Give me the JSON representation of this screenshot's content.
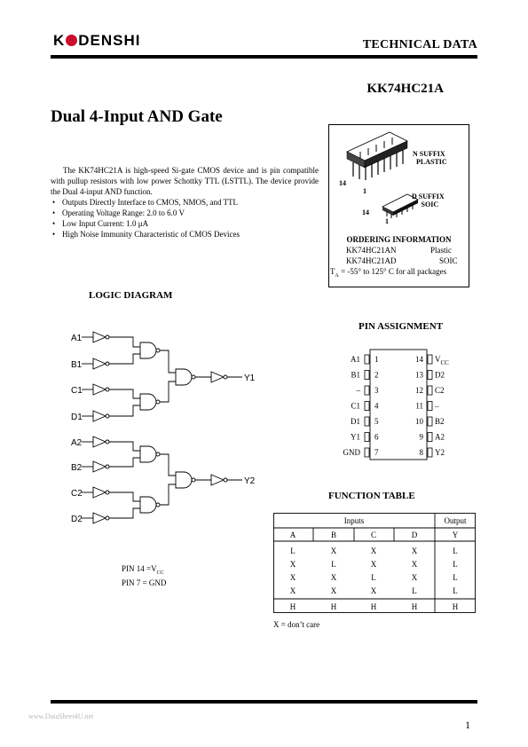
{
  "header": {
    "logo_part1": "K",
    "logo_part2": "DENSHI",
    "technical_data": "TECHNICAL DATA",
    "part_number": "KK74HC21A"
  },
  "title": "Dual 4-Input AND Gate",
  "description": {
    "paragraph": "The KK74HC21A is high-speed Si-gate CMOS device and is pin compatible with pullup resistors with low power Schottky TTL (LSTTL). The device provide the Dual 4-input AND function.",
    "bullets": [
      "Outputs Directly Interface to CMOS, NMOS, and TTL",
      "Operating Voltage Range: 2.0 to 6.0 V",
      "Low Input Current: 1.0 μA",
      "High Noise Immunity Characteristic of CMOS Devices"
    ]
  },
  "package_box": {
    "n_suffix": "N SUFFIX",
    "n_type": "PLASTIC",
    "d_suffix": "D SUFFIX",
    "d_type": "SOIC",
    "pin14": "14",
    "pin1": "1",
    "ordering_title": "ORDERING INFORMATION",
    "order_rows": [
      {
        "part": "KK74HC21AN",
        "package": "Plastic"
      },
      {
        "part": "KK74HC21AD",
        "package": "SOIC"
      }
    ],
    "temp_prefix": "T",
    "temp_sub": "A",
    "temp_text": " = -55° to 125° C for all packages"
  },
  "logic_diagram": {
    "heading": "LOGIC DIAGRAM",
    "inputs": [
      "A1",
      "B1",
      "C1",
      "D1",
      "A2",
      "B2",
      "C2",
      "D2"
    ],
    "outputs": [
      "Y1",
      "Y2"
    ],
    "pin14_note": "PIN 14 =V",
    "pin14_sub": "CC",
    "pin7_note": "PIN 7 = GND"
  },
  "pin_assignment": {
    "heading": "PIN ASSIGNMENT",
    "left": [
      {
        "name": "A1",
        "num": "1"
      },
      {
        "name": "B1",
        "num": "2"
      },
      {
        "name": "–",
        "num": "3"
      },
      {
        "name": "C1",
        "num": "4"
      },
      {
        "name": "D1",
        "num": "5"
      },
      {
        "name": "Y1",
        "num": "6"
      },
      {
        "name": "GND",
        "num": "7"
      }
    ],
    "right": [
      {
        "num": "14",
        "name": "V",
        "sub": "CC"
      },
      {
        "num": "13",
        "name": "D2"
      },
      {
        "num": "12",
        "name": "C2"
      },
      {
        "num": "11",
        "name": "–"
      },
      {
        "num": "10",
        "name": "B2"
      },
      {
        "num": "9",
        "name": "A2"
      },
      {
        "num": "8",
        "name": "Y2"
      }
    ]
  },
  "function_table": {
    "heading": "FUNCTION TABLE",
    "group_inputs": "Inputs",
    "group_output": "Output",
    "columns": [
      "A",
      "B",
      "C",
      "D",
      "Y"
    ],
    "rows": [
      [
        "L",
        "X",
        "X",
        "X",
        "L"
      ],
      [
        "X",
        "L",
        "X",
        "X",
        "L"
      ],
      [
        "X",
        "X",
        "L",
        "X",
        "L"
      ],
      [
        "X",
        "X",
        "X",
        "L",
        "L"
      ],
      [
        "H",
        "H",
        "H",
        "H",
        "H"
      ]
    ],
    "note": "X = don’t care"
  },
  "footer": {
    "watermark": "www.DataSheet4U.net",
    "page": "1"
  }
}
